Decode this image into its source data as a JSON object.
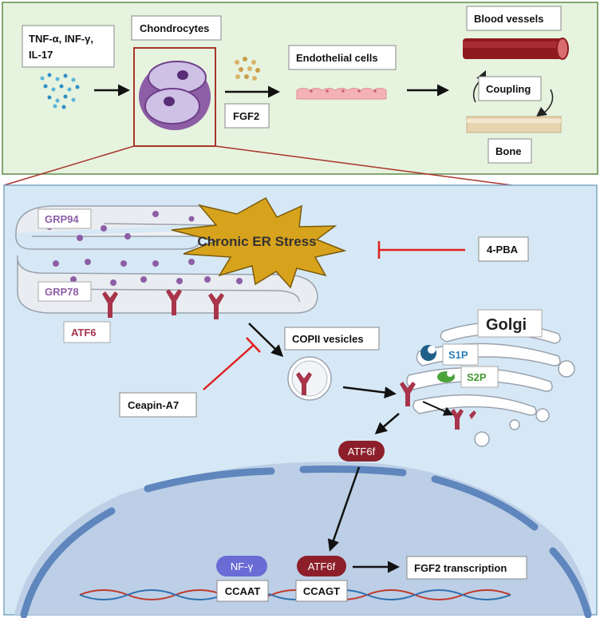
{
  "top_panel": {
    "cytokines_line1": "TNF-α, INF-γ,",
    "cytokines_line2": "IL-17",
    "chondrocytes": "Chondrocytes",
    "endothelial": "Endothelial cells",
    "fgf2": "FGF2",
    "blood_vessels": "Blood vessels",
    "coupling": "Coupling",
    "bone": "Bone"
  },
  "er_panel": {
    "grp94": "GRP94",
    "grp78": "GRP78",
    "er_stress": "Chronic ER Stress",
    "pba": "4-PBA",
    "atf6": "ATF6",
    "copii": "COPII vesicles",
    "ceapin": "Ceapin-A7",
    "golgi": "Golgi",
    "s1p": "S1P",
    "s2p": "S2P",
    "atf6f_cyto": "ATF6f"
  },
  "nucleus": {
    "nfy": "NF-γ",
    "ccaat": "CCAAT",
    "atf6f": "ATF6f",
    "ccagt": "CCAGT",
    "fgf2_transcription": "FGF2 transcription"
  },
  "colors": {
    "top_bg": "#e6f3df",
    "top_border": "#5f8a4a",
    "bottom_bg": "#d6e8f5",
    "bottom_border": "#7fa7c4",
    "zoom_line": "#a8352a",
    "atf6": "#a8354a",
    "inhibitor": "#e02020",
    "nucleus": "#bccfe6",
    "nfy": "#6b6bd6",
    "atf6f": "#8c1f2a"
  }
}
